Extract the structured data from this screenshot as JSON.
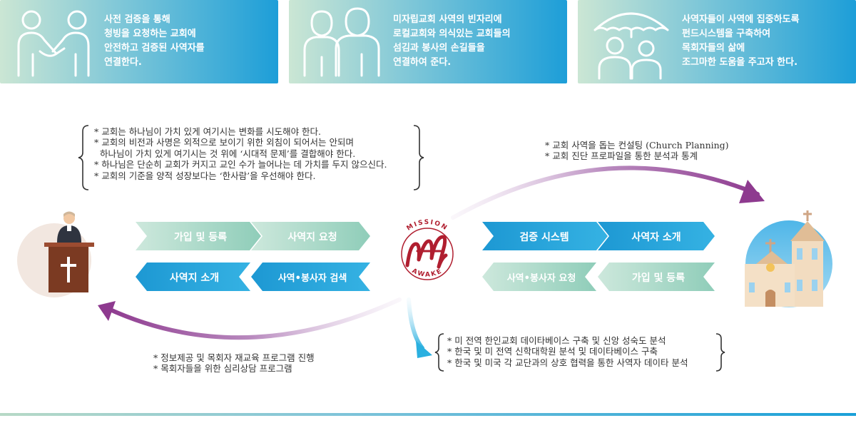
{
  "cards": [
    {
      "lines": [
        "사전 검증을 통해",
        "청빙을 요청하는 교회에",
        "안전하고 검증된 사역자를",
        "연결한다."
      ],
      "icon": "handshake-icon"
    },
    {
      "lines": [
        "미자립교회 사역의 빈자리에",
        "로컬교회와 의식있는 교회들의",
        "섬김과 봉사의 손길들을",
        "연결하여 준다."
      ],
      "icon": "two-people-icon"
    },
    {
      "lines": [
        "사역자들이 사역에 집중하도록",
        "펀드시스템을 구축하여",
        "목회자들의 삶에",
        "조그마한 도움을 주고자 한다."
      ],
      "icon": "umbrella-people-icon"
    }
  ],
  "bullets_left_top": [
    "* 교회는 하나님이 가치 있게 여기시는 변화를 시도해야 한다.",
    "* 교회의 비전과 사명은 외적으로 보이기 위한 외침이 되어서는 안되며",
    "  하나님이 가치 있게 여기시는 것 위에 ‘시대적 문제’를 결합해야 한다.",
    "* 하나님은 단순히 교회가 커지고 교인 수가 늘어나는 데 가치를 두지 않으신다.",
    "* 교회의 기준을 양적 성장보다는 ‘한사람’을 우선해야 한다."
  ],
  "bullets_right_top": [
    "* 교회 사역을 돕는 컨설팅 (Church Planning)",
    "* 교회 진단 프로파일을 통한 분석과 통계"
  ],
  "bullets_left_bottom": [
    "* 정보제공 및 목회자 재교육 프로그램 진행",
    "* 목회자들을 위한 심리상담 프로그램"
  ],
  "bullets_right_bottom": [
    "* 미 전역 한인교회 데이타베이스 구축 및 신앙 성숙도 분석",
    "* 한국 및 미 전역 신학대학원 분석 및 데이타베이스 구축",
    "* 한국 및 미국 각 교단과의 상호 협력을 통한 사역자 데이타 분석"
  ],
  "chevrons_left": {
    "top": [
      "가입 및 등록",
      "사역지 요청"
    ],
    "bottom": [
      "사역지 소개",
      "사역•봉사자 검색"
    ]
  },
  "chevrons_right": {
    "top": [
      "검증 시스템",
      "사역자 소개"
    ],
    "bottom": [
      "사역•봉사자 요청",
      "가입 및 등록"
    ]
  },
  "logo": {
    "top_text": "MISSION",
    "bottom_text": "AWAKE",
    "color": "#b01e2f"
  },
  "colors": {
    "card_gradient_start": "#c9e4d3",
    "card_gradient_end": "#1d9ed8",
    "chevron_mint": "#a9d5c6",
    "chevron_blue": "#1aa0d8",
    "arrow_purple": "#8e3a8f"
  }
}
